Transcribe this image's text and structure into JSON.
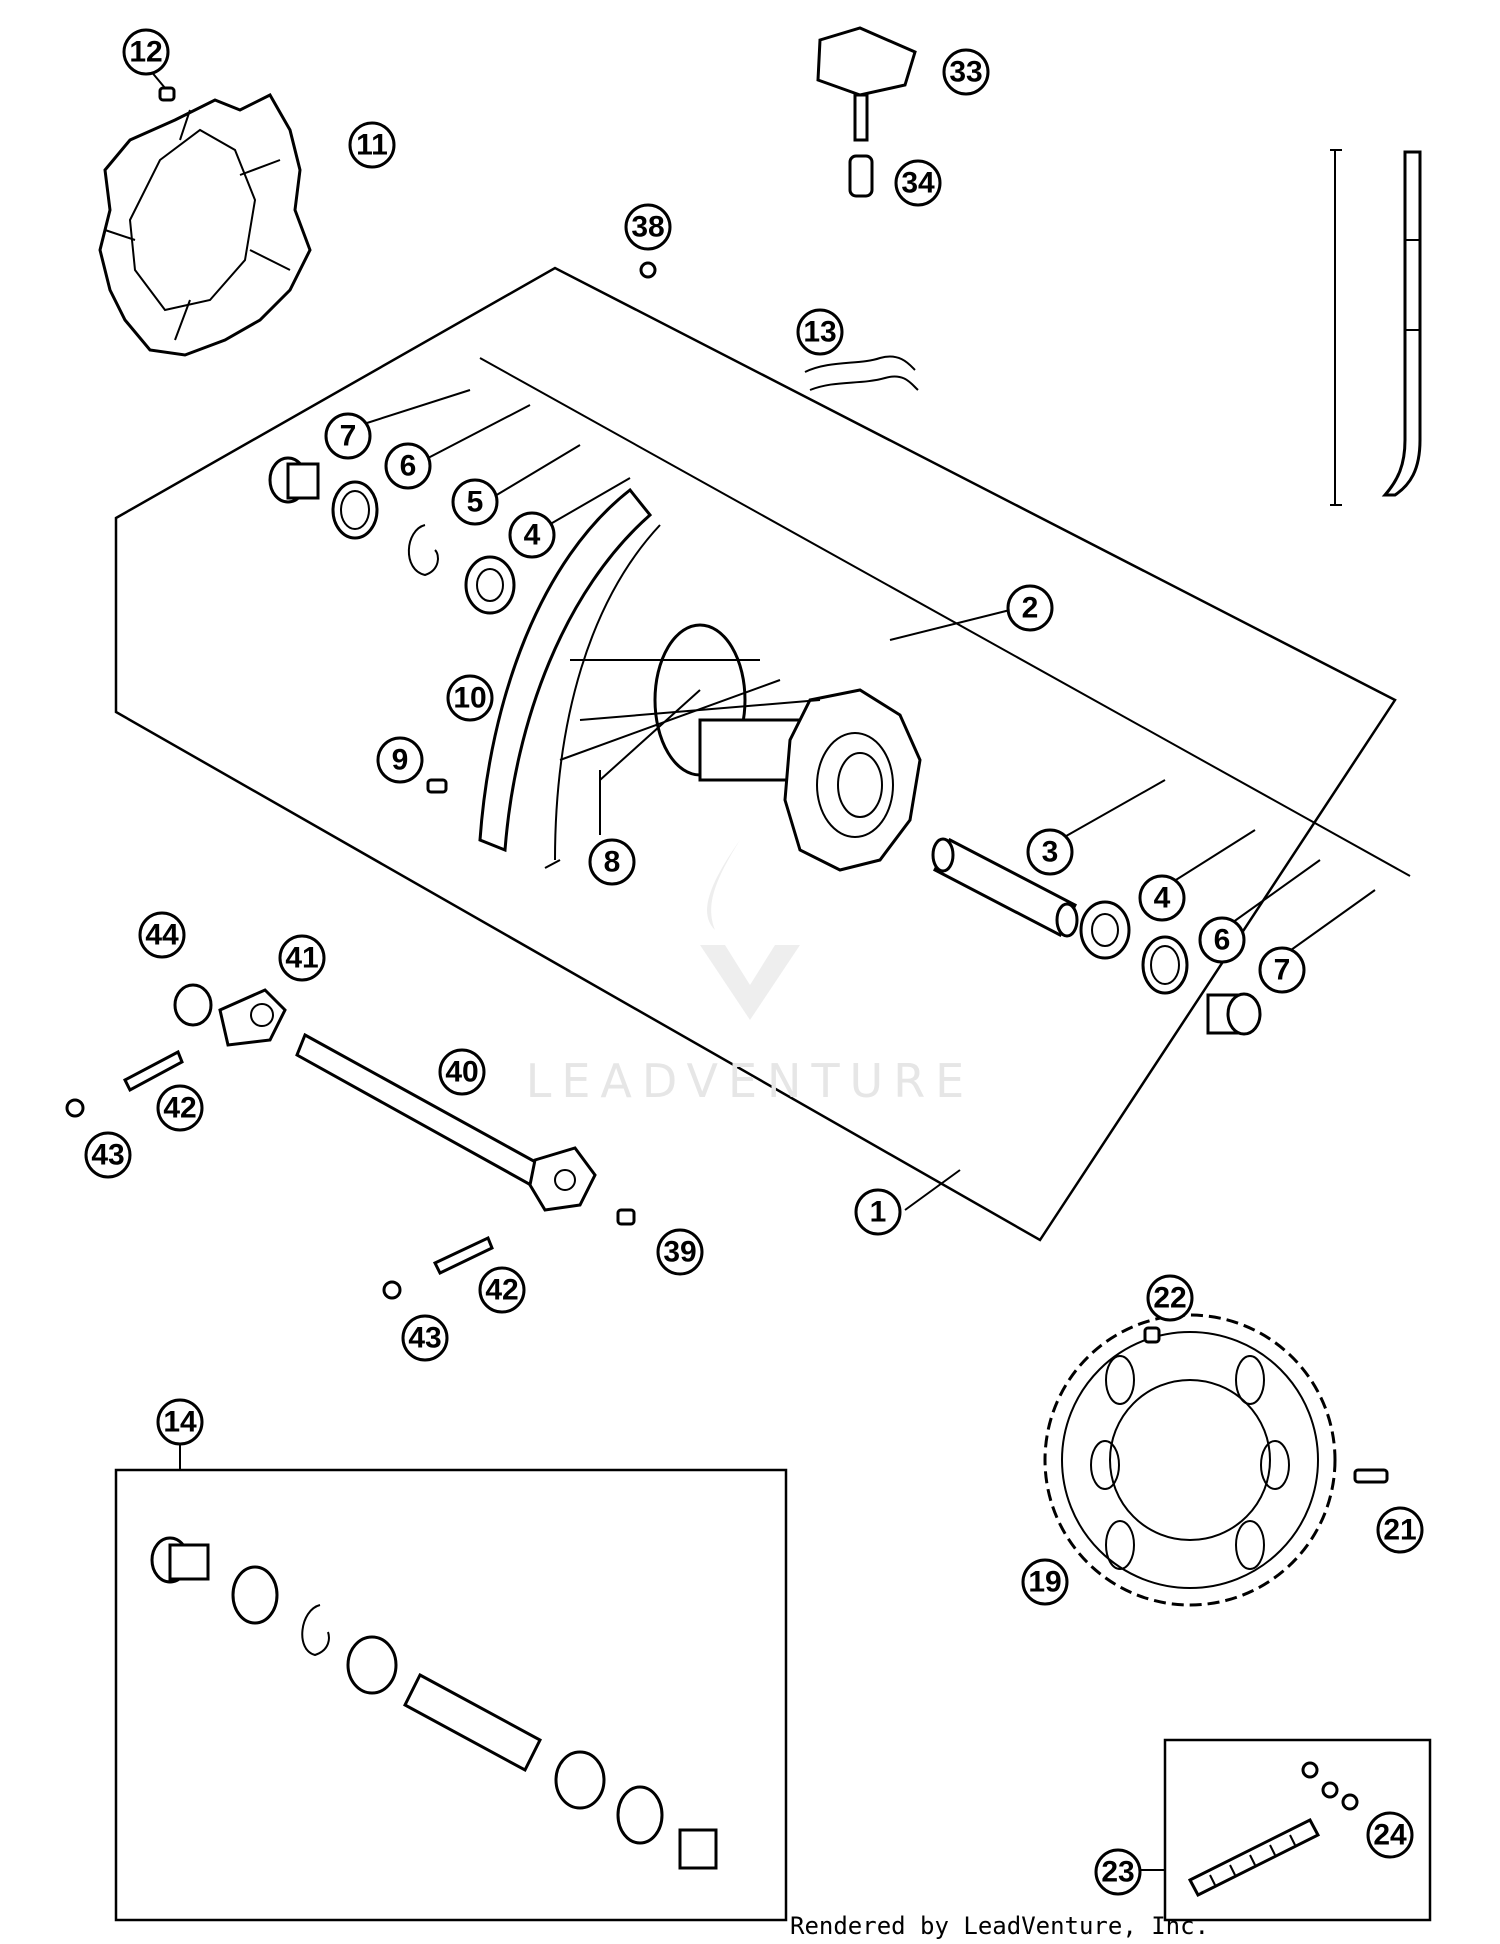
{
  "diagram": {
    "callouts": [
      {
        "id": "c12",
        "label": "12"
      },
      {
        "id": "c11",
        "label": "11"
      },
      {
        "id": "c33",
        "label": "33"
      },
      {
        "id": "c34",
        "label": "34"
      },
      {
        "id": "c38",
        "label": "38"
      },
      {
        "id": "c13",
        "label": "13"
      },
      {
        "id": "c7a",
        "label": "7"
      },
      {
        "id": "c6a",
        "label": "6"
      },
      {
        "id": "c5",
        "label": "5"
      },
      {
        "id": "c4a",
        "label": "4"
      },
      {
        "id": "c2",
        "label": "2"
      },
      {
        "id": "c10",
        "label": "10"
      },
      {
        "id": "c9",
        "label": "9"
      },
      {
        "id": "c8",
        "label": "8"
      },
      {
        "id": "c3",
        "label": "3"
      },
      {
        "id": "c4b",
        "label": "4"
      },
      {
        "id": "c6b",
        "label": "6"
      },
      {
        "id": "c7b",
        "label": "7"
      },
      {
        "id": "c44",
        "label": "44"
      },
      {
        "id": "c41",
        "label": "41"
      },
      {
        "id": "c40",
        "label": "40"
      },
      {
        "id": "c42a",
        "label": "42"
      },
      {
        "id": "c43a",
        "label": "43"
      },
      {
        "id": "c1",
        "label": "1"
      },
      {
        "id": "c39",
        "label": "39"
      },
      {
        "id": "c42b",
        "label": "42"
      },
      {
        "id": "c43b",
        "label": "43"
      },
      {
        "id": "c14",
        "label": "14"
      },
      {
        "id": "c22",
        "label": "22"
      },
      {
        "id": "c21",
        "label": "21"
      },
      {
        "id": "c19",
        "label": "19"
      },
      {
        "id": "c23",
        "label": "23"
      },
      {
        "id": "c24",
        "label": "24"
      }
    ]
  },
  "watermark": "LEADVENTURE",
  "credit": "Rendered by LeadVenture, Inc."
}
